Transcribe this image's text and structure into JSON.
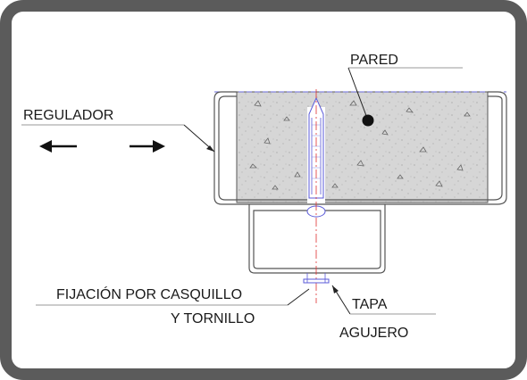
{
  "labels": {
    "pared": "PARED",
    "regulador": "REGULADOR",
    "fijacion_line1": "FIJACIÓN POR CASQUILLO",
    "fijacion_line2": "Y TORNILLO",
    "tapa_line1": "TAPA",
    "tapa_line2": "AGUJERO"
  },
  "icons": {
    "left_arrow": "arrow-left-icon",
    "right_arrow": "arrow-right-icon"
  },
  "colors": {
    "frame": "#5b5b5b",
    "concrete": "#d6d6d6",
    "centerline": "#e03030",
    "anchor_outline": "#5a5ad8",
    "line": "#333333"
  }
}
